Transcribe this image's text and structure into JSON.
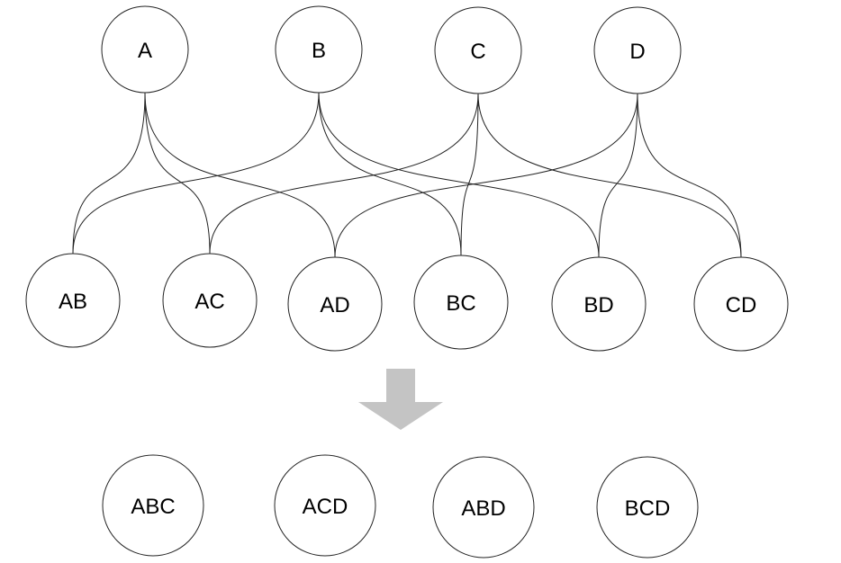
{
  "colors": {
    "stroke": "#222222",
    "arrow": "#c4c4c4",
    "background": "#ffffff"
  },
  "level1": [
    {
      "id": "A",
      "label": "A"
    },
    {
      "id": "B",
      "label": "B"
    },
    {
      "id": "C",
      "label": "C"
    },
    {
      "id": "D",
      "label": "D"
    }
  ],
  "level2": [
    {
      "id": "AB",
      "label": "AB"
    },
    {
      "id": "AC",
      "label": "AC"
    },
    {
      "id": "AD",
      "label": "AD"
    },
    {
      "id": "BC",
      "label": "BC"
    },
    {
      "id": "BD",
      "label": "BD"
    },
    {
      "id": "CD",
      "label": "CD"
    }
  ],
  "level3": [
    {
      "id": "ABC",
      "label": "ABC"
    },
    {
      "id": "ACD",
      "label": "ACD"
    },
    {
      "id": "ABD",
      "label": "ABD"
    },
    {
      "id": "BCD",
      "label": "BCD"
    }
  ],
  "edges": [
    {
      "from": "A",
      "to": "AB"
    },
    {
      "from": "A",
      "to": "AC"
    },
    {
      "from": "A",
      "to": "AD"
    },
    {
      "from": "B",
      "to": "AB"
    },
    {
      "from": "B",
      "to": "BC"
    },
    {
      "from": "B",
      "to": "BD"
    },
    {
      "from": "C",
      "to": "AC"
    },
    {
      "from": "C",
      "to": "BC"
    },
    {
      "from": "C",
      "to": "CD"
    },
    {
      "from": "D",
      "to": "AD"
    },
    {
      "from": "D",
      "to": "BD"
    },
    {
      "from": "D",
      "to": "CD"
    }
  ],
  "arrow_icon": "down-arrow-icon"
}
